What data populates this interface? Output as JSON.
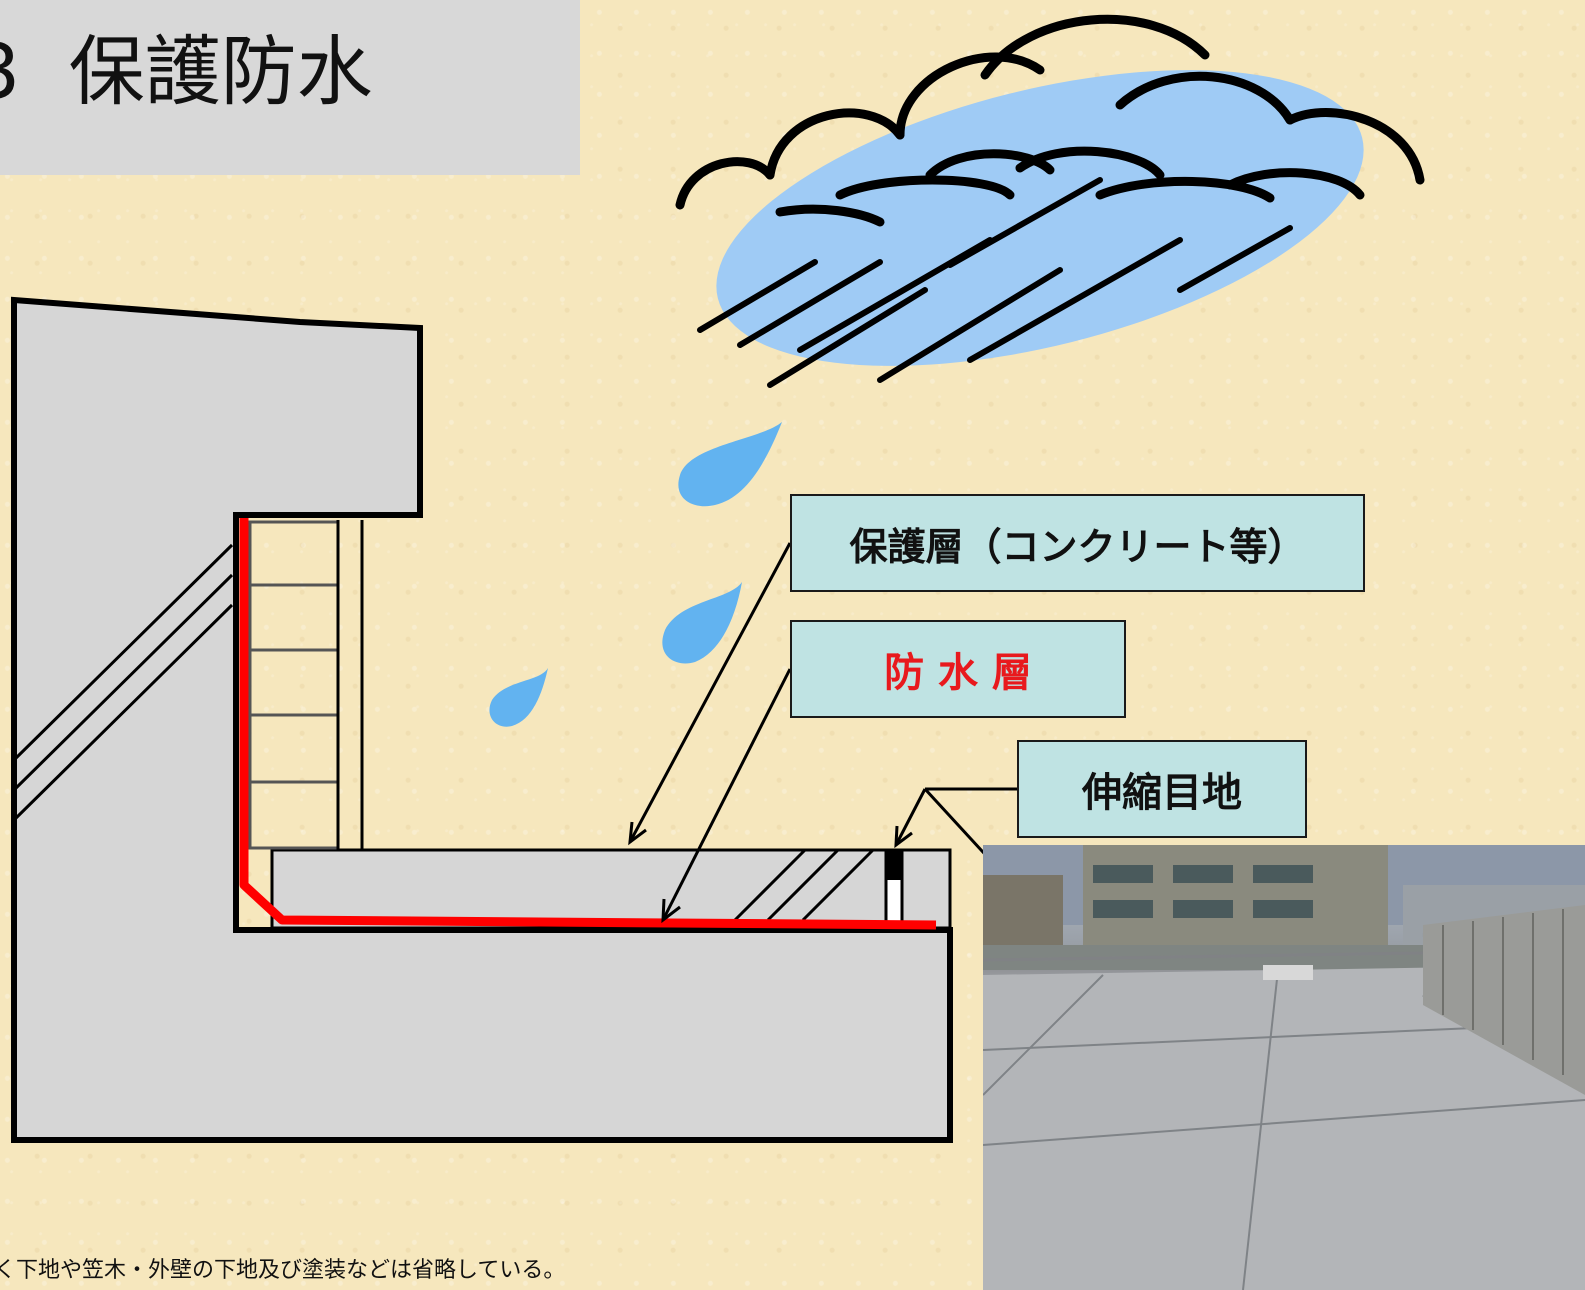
{
  "title": "3  保護防水",
  "labels": {
    "protective_layer": "保護層（コンクリート等）",
    "waterproof_layer": "防 水 層",
    "expansion_joint": "伸縮目地"
  },
  "footnote": "く下地や笠木・外壁の下地及び塗装などは省略している。",
  "colors": {
    "background": "#f6e7bd",
    "wall": "#d6d6d6",
    "waterproof_line": "#ff0000",
    "label_fill": "#bfe3e3",
    "rain_blue": "#62b3f0",
    "cloud_blue": "#9fcbf5"
  },
  "icons": [
    "rain-cloud-icon",
    "water-drop-icon"
  ]
}
